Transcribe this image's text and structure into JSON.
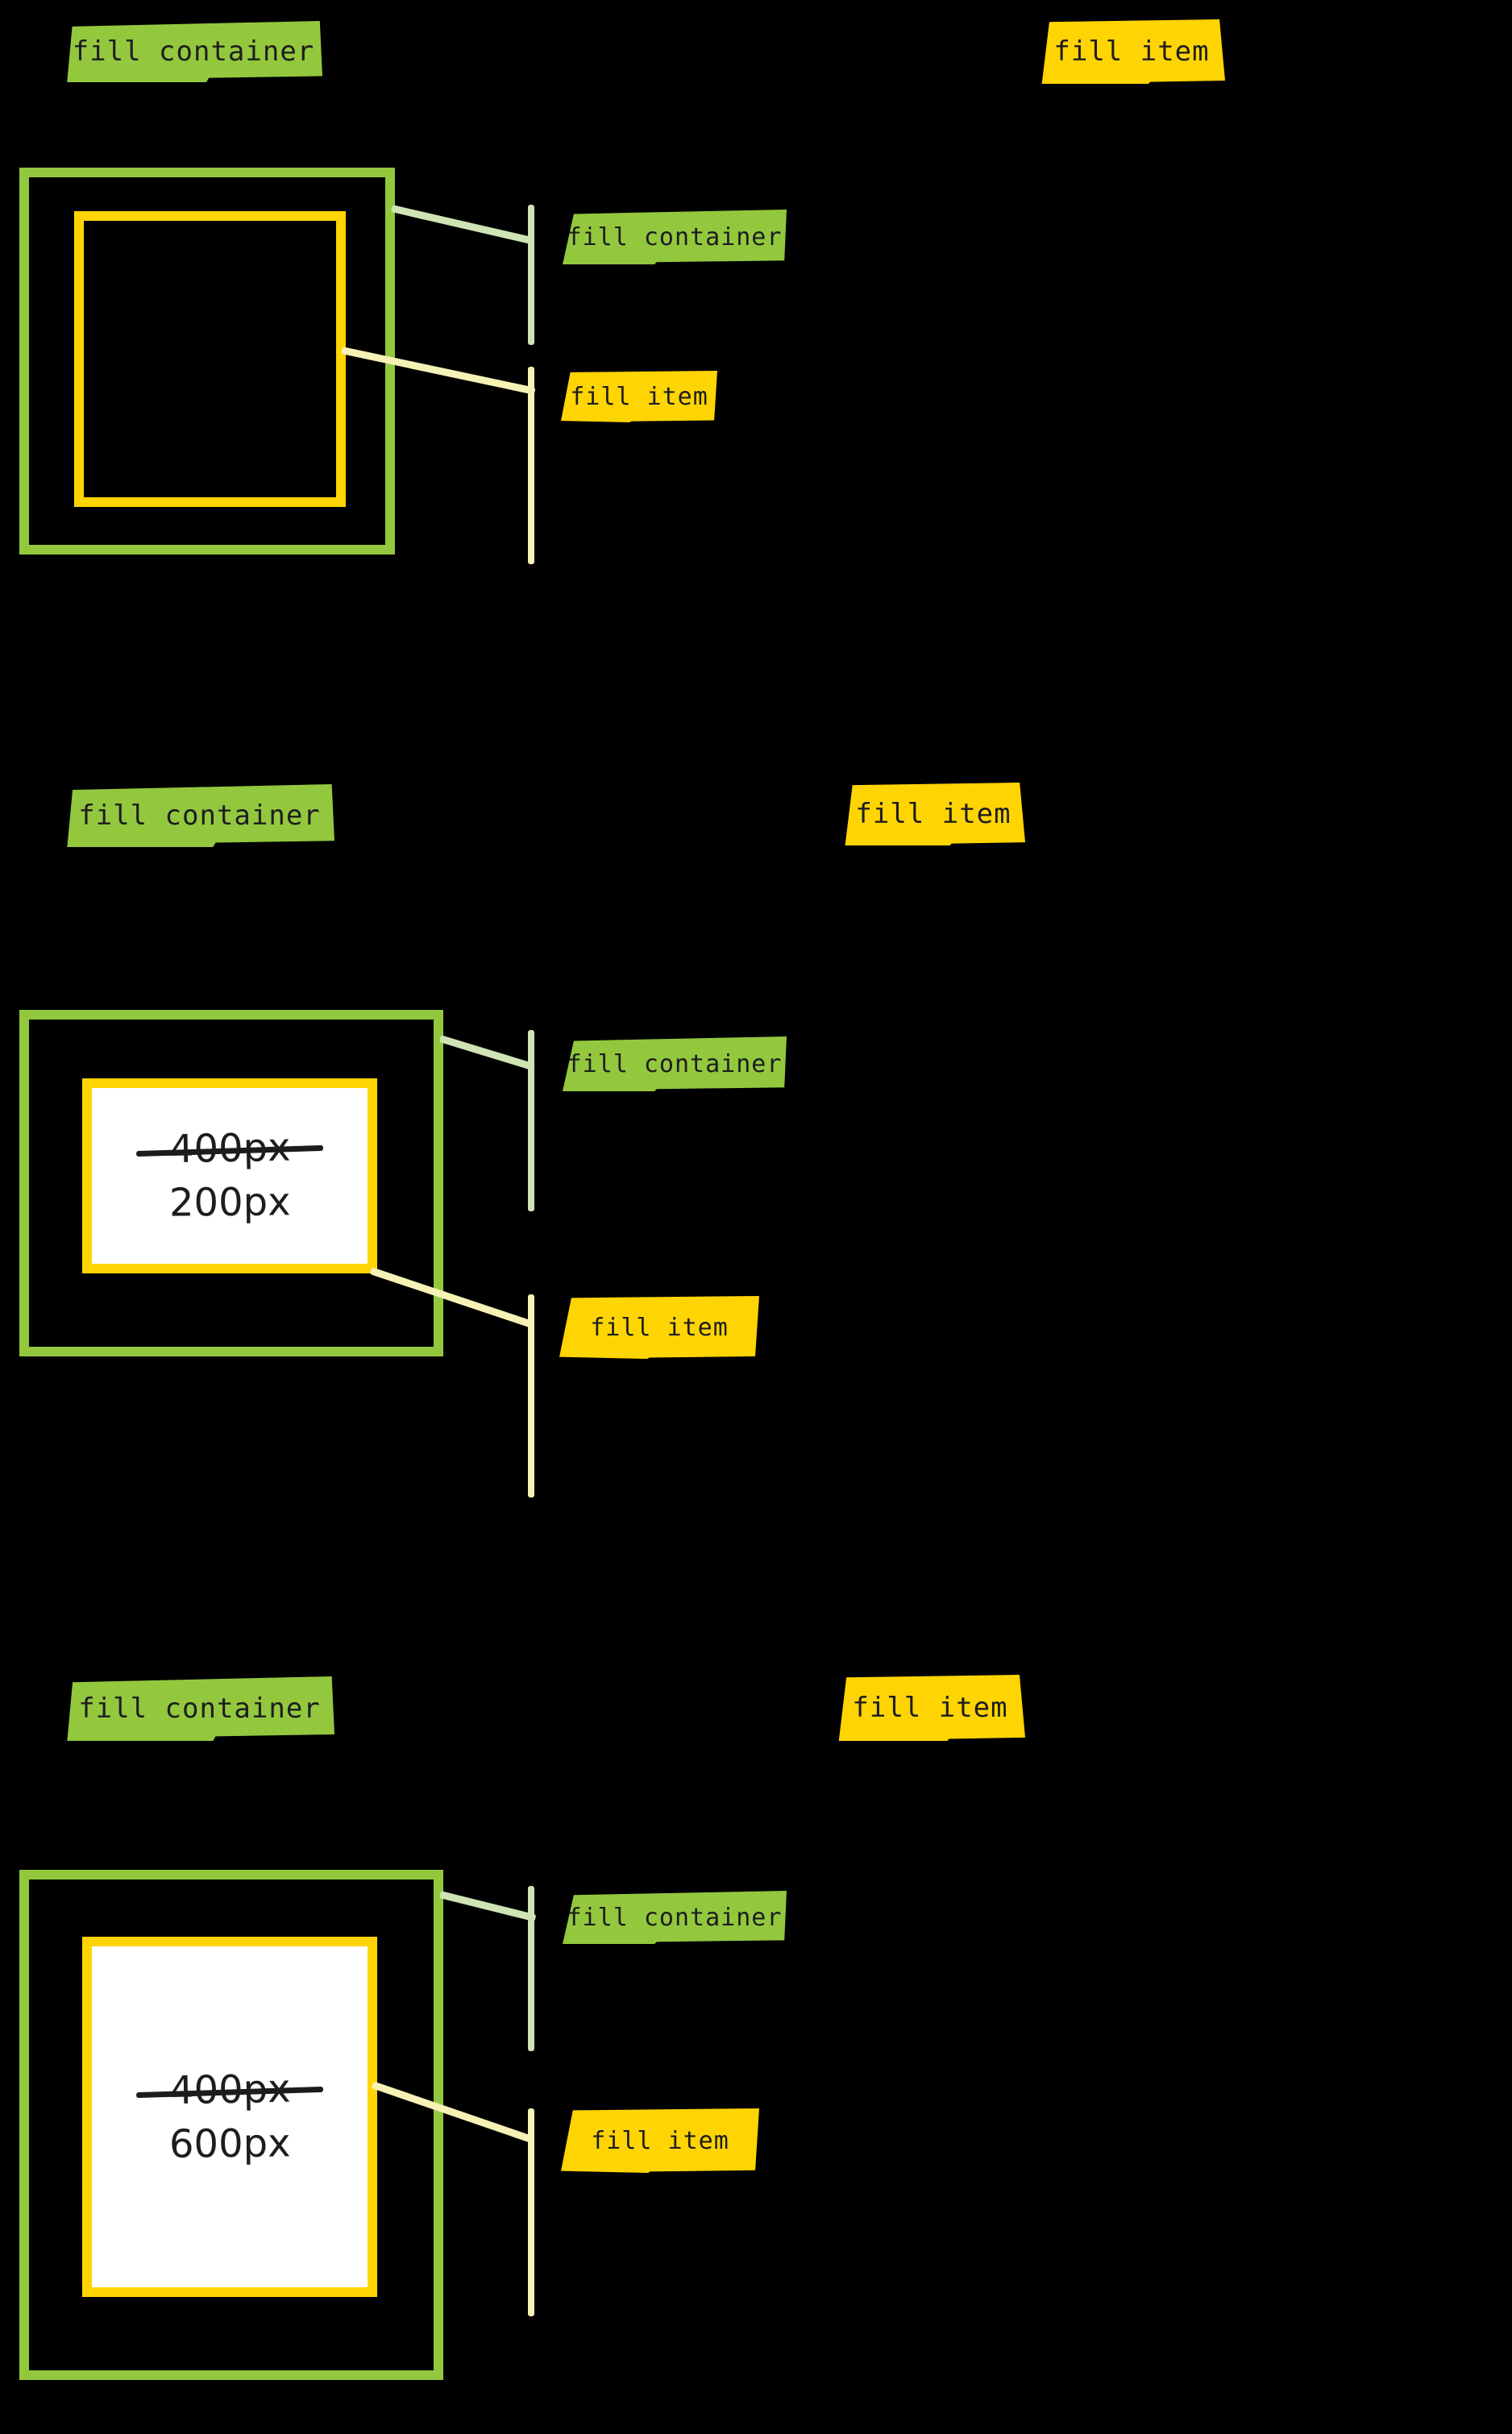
{
  "palette": {
    "background": "#000000",
    "green": "#93c83e",
    "yellow": "#ffd403",
    "pale_green": "#cfe4b5",
    "pale_yellow": "#f6f1b4",
    "ink": "#1d1d1f",
    "white": "#ffffff"
  },
  "sections": [
    {
      "container_sticker": "fill container",
      "item_sticker": "fill item",
      "container_callout": "fill container",
      "item_callout": "fill item",
      "dimensions": null
    },
    {
      "container_sticker": "fill container",
      "item_sticker": "fill item",
      "container_callout": "fill container",
      "item_callout": "fill item",
      "dimensions": {
        "old": "400px",
        "new": "200px"
      }
    },
    {
      "container_sticker": "fill container",
      "item_sticker": "fill item",
      "container_callout": "fill container",
      "item_callout": "fill item",
      "dimensions": {
        "old": "400px",
        "new": "600px"
      }
    }
  ]
}
